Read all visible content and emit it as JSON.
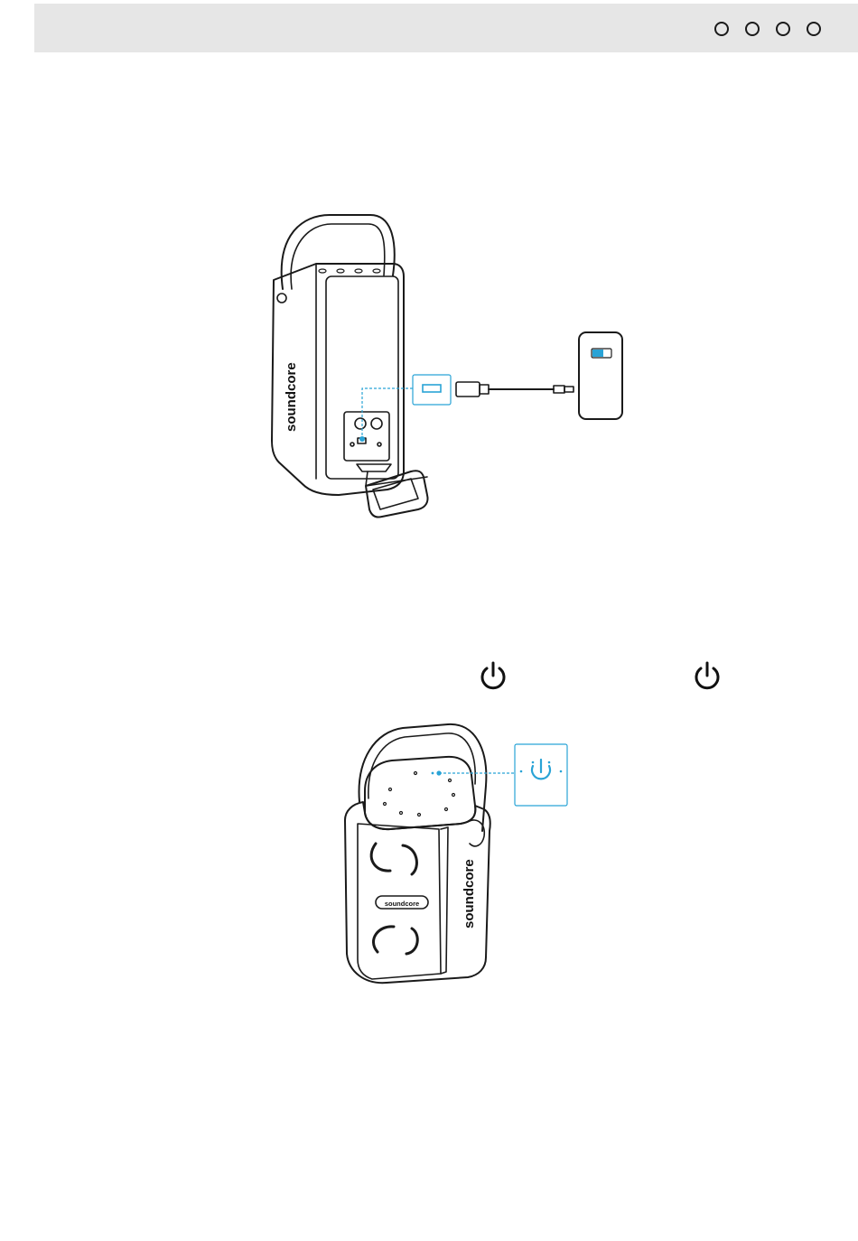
{
  "header": {
    "language_indicators": [
      "circle",
      "circle",
      "circle",
      "circle"
    ]
  },
  "figure_charge": {
    "brand_label": "soundcore",
    "icons": [
      "speaker-back-icon",
      "usb-cable-icon",
      "phone-battery-icon",
      "usb-port-callout-icon"
    ]
  },
  "step_power": {
    "inline_icons": [
      "power-icon",
      "power-icon"
    ]
  },
  "figure_power": {
    "brand_label_side": "soundcore",
    "brand_label_front": "soundcore",
    "icons": [
      "speaker-front-icon",
      "power-button-callout-icon"
    ]
  },
  "colors": {
    "accent": "#29a3d6",
    "line": "#1a1a1a",
    "header_bg": "#e6e6e6"
  }
}
